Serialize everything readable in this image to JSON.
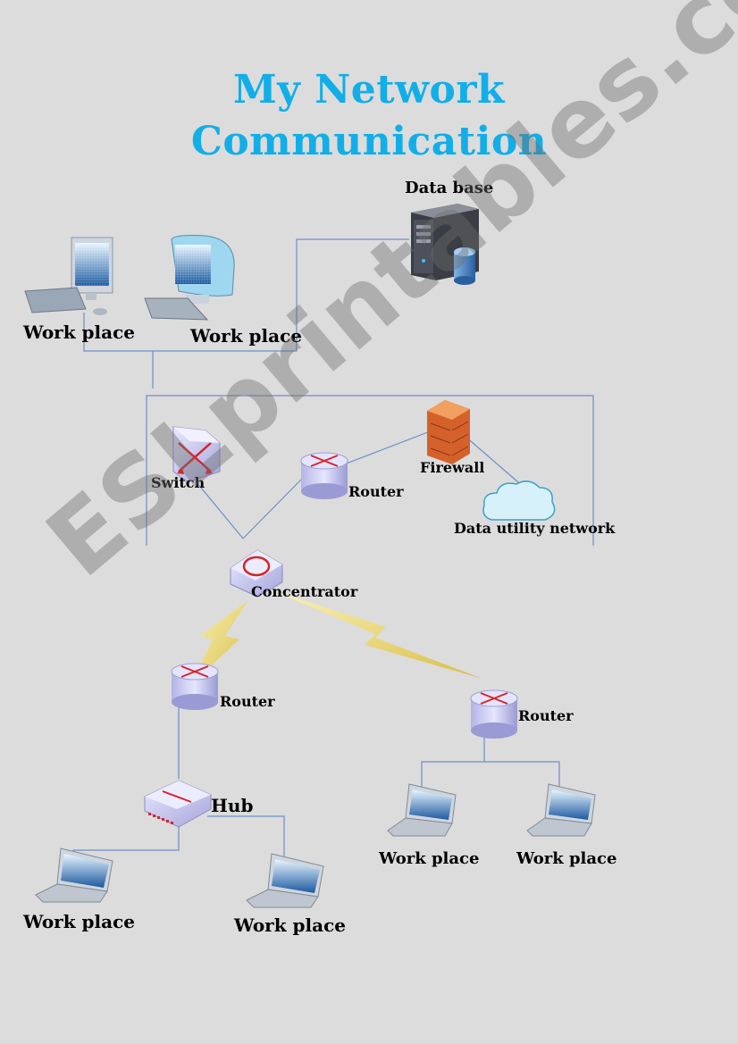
{
  "title": {
    "line1": "My Network",
    "line2": "Communication"
  },
  "watermark": "ESLprintables.com",
  "nodes": {
    "database": "Data base",
    "workplace_top_1": "Work place",
    "workplace_top_2": "Work place",
    "switch": "Switch",
    "router_top": "Router",
    "firewall": "Firewall",
    "data_utility_network": "Data utility network",
    "concentrator": "Concentrator",
    "router_left": "Router",
    "router_right": "Router",
    "hub": "Hub",
    "workplace_bl_1": "Work place",
    "workplace_bl_2": "Work place",
    "workplace_br_1": "Work place",
    "workplace_br_2": "Work place"
  },
  "colors": {
    "title": "#12aee8",
    "connector": "#6b8fc6",
    "wireless": "#e8d24a",
    "background": "#dcdcdc"
  }
}
